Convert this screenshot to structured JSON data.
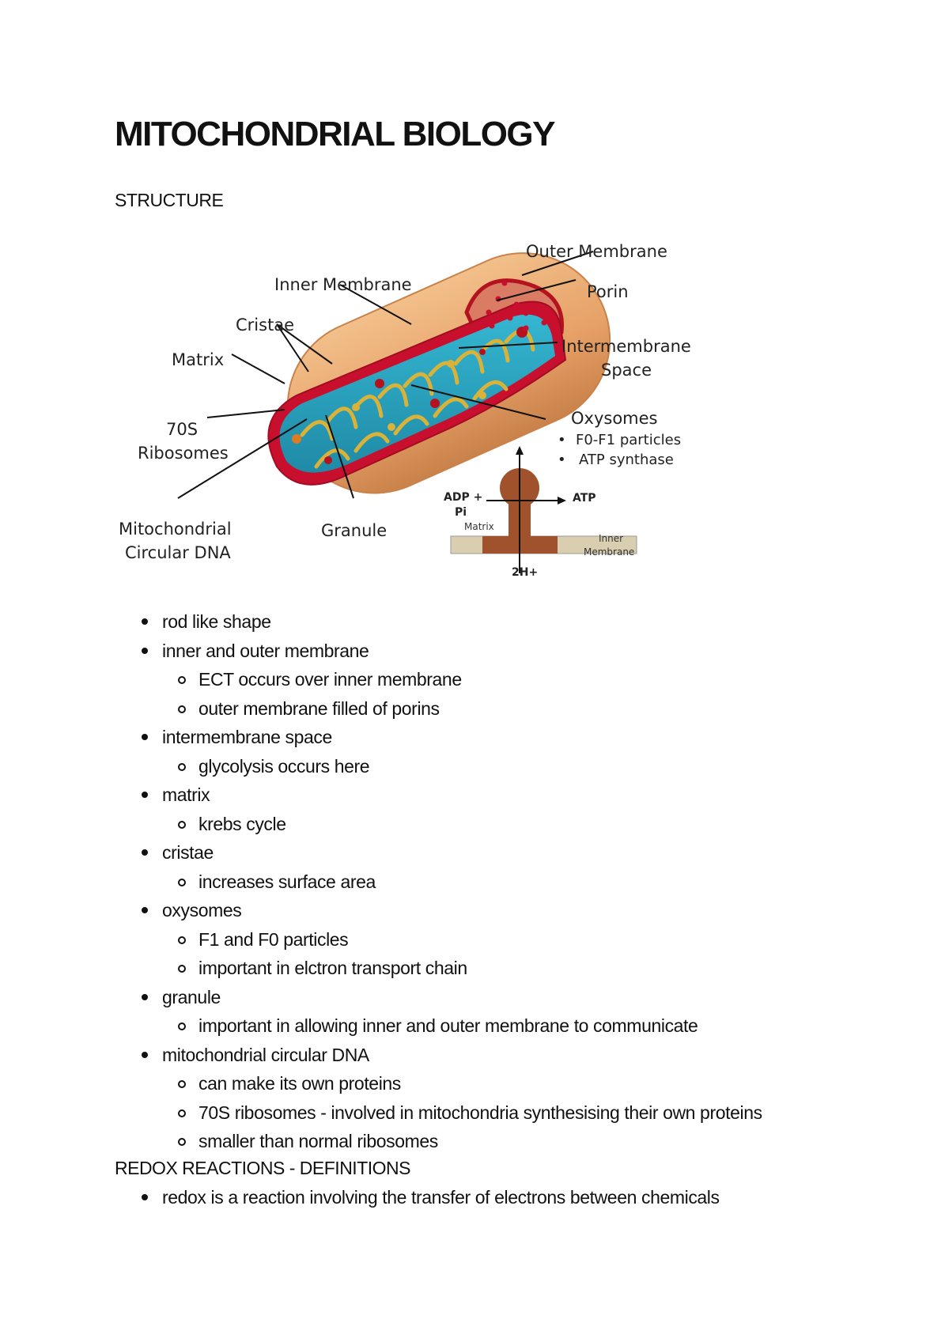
{
  "title": "MITOCHONDRIAL BIOLOGY",
  "sections": {
    "structure_heading": "STRUCTURE",
    "redox_heading": "REDOX REACTIONS - DEFINITIONS"
  },
  "diagram": {
    "labels": {
      "outer_membrane": "Outer Membrane",
      "porin": "Porin",
      "inner_membrane": "Inner Membrane",
      "cristae": "Cristae",
      "matrix": "Matrix",
      "intermembrane_1": "Intermembrane",
      "intermembrane_2": "Space",
      "ribosomes_1": "70S",
      "ribosomes_2": "Ribosomes",
      "oxysomes": "Oxysomes",
      "oxysome_bullet_1": "F0-F1 particles",
      "oxysome_bullet_2": "ATP synthase",
      "dna_1": "Mitochondrial",
      "dna_2": "Circular DNA",
      "granule": "Granule"
    },
    "inset": {
      "adp": "ADP +",
      "pi": "Pi",
      "atp": "ATP",
      "matrix": "Matrix",
      "inner_membrane_1": "Inner",
      "inner_membrane_2": "Membrane",
      "proton": "2H+"
    },
    "colors": {
      "outer": "#e8a76b",
      "outer_edge": "#c9824a",
      "inner": "#c8102e",
      "matrix": "#2aa3bf",
      "cristae": "#d9b23a",
      "synthase": "#a0522d"
    }
  },
  "structure_items": [
    {
      "level": 1,
      "text": "rod like shape"
    },
    {
      "level": 1,
      "text": "inner and outer membrane"
    },
    {
      "level": 2,
      "text": "ECT occurs over inner membrane"
    },
    {
      "level": 2,
      "text": "outer membrane filled of porins"
    },
    {
      "level": 1,
      "text": "intermembrane space"
    },
    {
      "level": 2,
      "text": "glycolysis occurs here"
    },
    {
      "level": 1,
      "text": "matrix"
    },
    {
      "level": 2,
      "text": "krebs cycle"
    },
    {
      "level": 1,
      "text": "cristae"
    },
    {
      "level": 2,
      "text": "increases surface area"
    },
    {
      "level": 1,
      "text": "oxysomes"
    },
    {
      "level": 2,
      "text": "F1 and F0 particles"
    },
    {
      "level": 2,
      "text": "important in elctron transport chain"
    },
    {
      "level": 1,
      "text": "granule"
    },
    {
      "level": 2,
      "text": "important in allowing inner and outer membrane to communicate"
    },
    {
      "level": 1,
      "text": "mitochondrial circular DNA"
    },
    {
      "level": 2,
      "text": "can make its own proteins"
    },
    {
      "level": 2,
      "text": "70S ribosomes - involved in mitochondria synthesising their own proteins"
    },
    {
      "level": 2,
      "text": "smaller than normal ribosomes"
    }
  ],
  "redox_items": [
    {
      "level": 1,
      "text": "redox is a reaction involving the transfer of electrons between chemicals"
    }
  ]
}
